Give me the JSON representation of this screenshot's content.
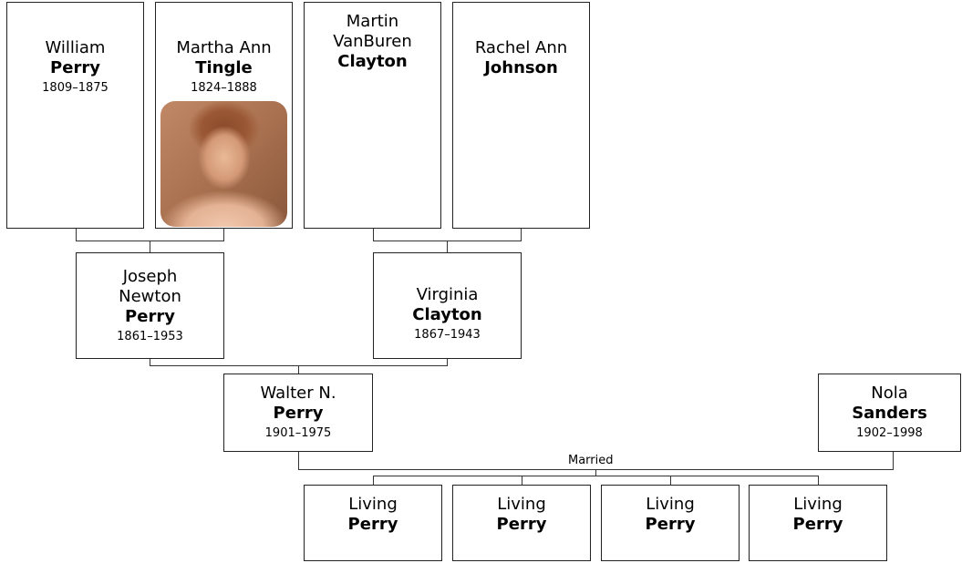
{
  "people": {
    "william": {
      "first": "William",
      "last": "Perry",
      "dates": "1809–1875"
    },
    "martha": {
      "first": "Martha Ann",
      "last": "Tingle",
      "dates": "1824–1888"
    },
    "martin": {
      "first": "Martin VanBuren",
      "last": "Clayton"
    },
    "rachel": {
      "first": "Rachel Ann",
      "last": "Johnson"
    },
    "joseph": {
      "first": "Joseph Newton",
      "last": "Perry",
      "dates": "1861–1953"
    },
    "virginia": {
      "first": "Virginia",
      "last": "Clayton",
      "dates": "1867–1943"
    },
    "walter": {
      "first": "Walter N.",
      "last": "Perry",
      "dates": "1901–1975"
    },
    "nola": {
      "first": "Nola",
      "last": "Sanders",
      "dates": "1902–1998"
    },
    "child1": {
      "first": "Living",
      "last": "Perry"
    },
    "child2": {
      "first": "Living",
      "last": "Perry"
    },
    "child3": {
      "first": "Living",
      "last": "Perry"
    },
    "child4": {
      "first": "Living",
      "last": "Perry"
    }
  },
  "relationship_label": "Married"
}
